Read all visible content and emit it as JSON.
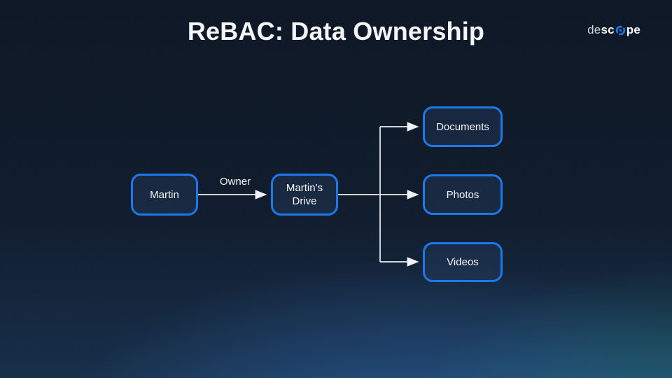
{
  "slide": {
    "title": "ReBAC: Data Ownership"
  },
  "logo": {
    "part1": "de",
    "part2": "sc",
    "part3": "pe",
    "icon": "descope-o-icon"
  },
  "diagram": {
    "nodes": [
      {
        "id": "martin",
        "label": "Martin"
      },
      {
        "id": "drive",
        "label": "Martin’s Drive"
      },
      {
        "id": "documents",
        "label": "Documents"
      },
      {
        "id": "photos",
        "label": "Photos"
      },
      {
        "id": "videos",
        "label": "Videos"
      }
    ],
    "edges": [
      {
        "from": "martin",
        "to": "drive",
        "label": "Owner"
      },
      {
        "from": "drive",
        "to": "documents",
        "label": ""
      },
      {
        "from": "drive",
        "to": "photos",
        "label": ""
      },
      {
        "from": "drive",
        "to": "videos",
        "label": ""
      }
    ]
  },
  "colors": {
    "accent": "#1d79ea",
    "connector": "#eef2f6",
    "background_top": "#0b1422",
    "background_blue_glow": "#2c68ad",
    "background_teal_glow": "#207074",
    "title_text": "#f4f7fa"
  }
}
